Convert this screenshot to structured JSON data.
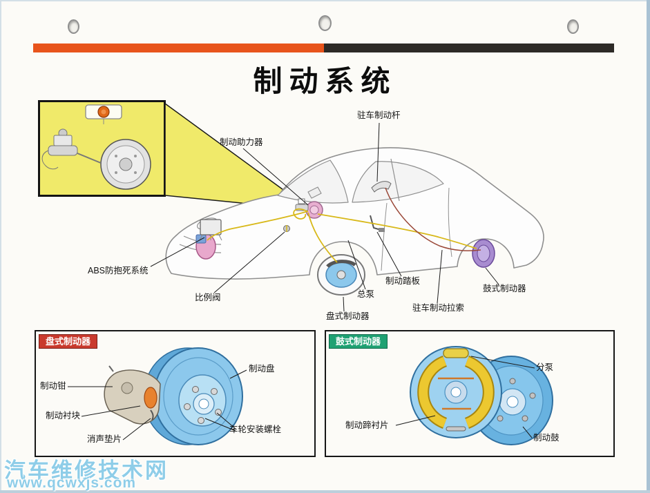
{
  "page": {
    "title": "制动系统",
    "watermark": {
      "line1": "汽车维修技术网",
      "line2": "www.qcwxjs.com"
    }
  },
  "main_diagram": {
    "labels": [
      "驻车制动杆",
      "制动助力器",
      "ABS防抱死系统",
      "比例阀",
      "总泵",
      "制动踏板",
      "驻车制动拉索",
      "盘式制动器",
      "鼓式制动器"
    ]
  },
  "disc_panel": {
    "header": "盘式制动器",
    "labels": [
      "制动盘",
      "制动钳",
      "制动衬块",
      "消声垫片",
      "车轮安装螺栓"
    ]
  },
  "drum_panel": {
    "header": "鼓式制动器",
    "labels": [
      "分泵",
      "制动蹄衬片",
      "制动鼓"
    ]
  },
  "colors": {
    "accent_orange": "#e8541c",
    "bar_dark": "#2d2a27",
    "inset_yellow": "#f0ea6a",
    "disc_header_red": "#c93a2e",
    "drum_header_green": "#1fa173",
    "brake_blue": "#8cc8ec",
    "drum_purple": "#a88cd0",
    "booster_pink": "#e8aed0",
    "shoe_yellow": "#ecc830",
    "watermark_blue": "#8ecde8"
  }
}
